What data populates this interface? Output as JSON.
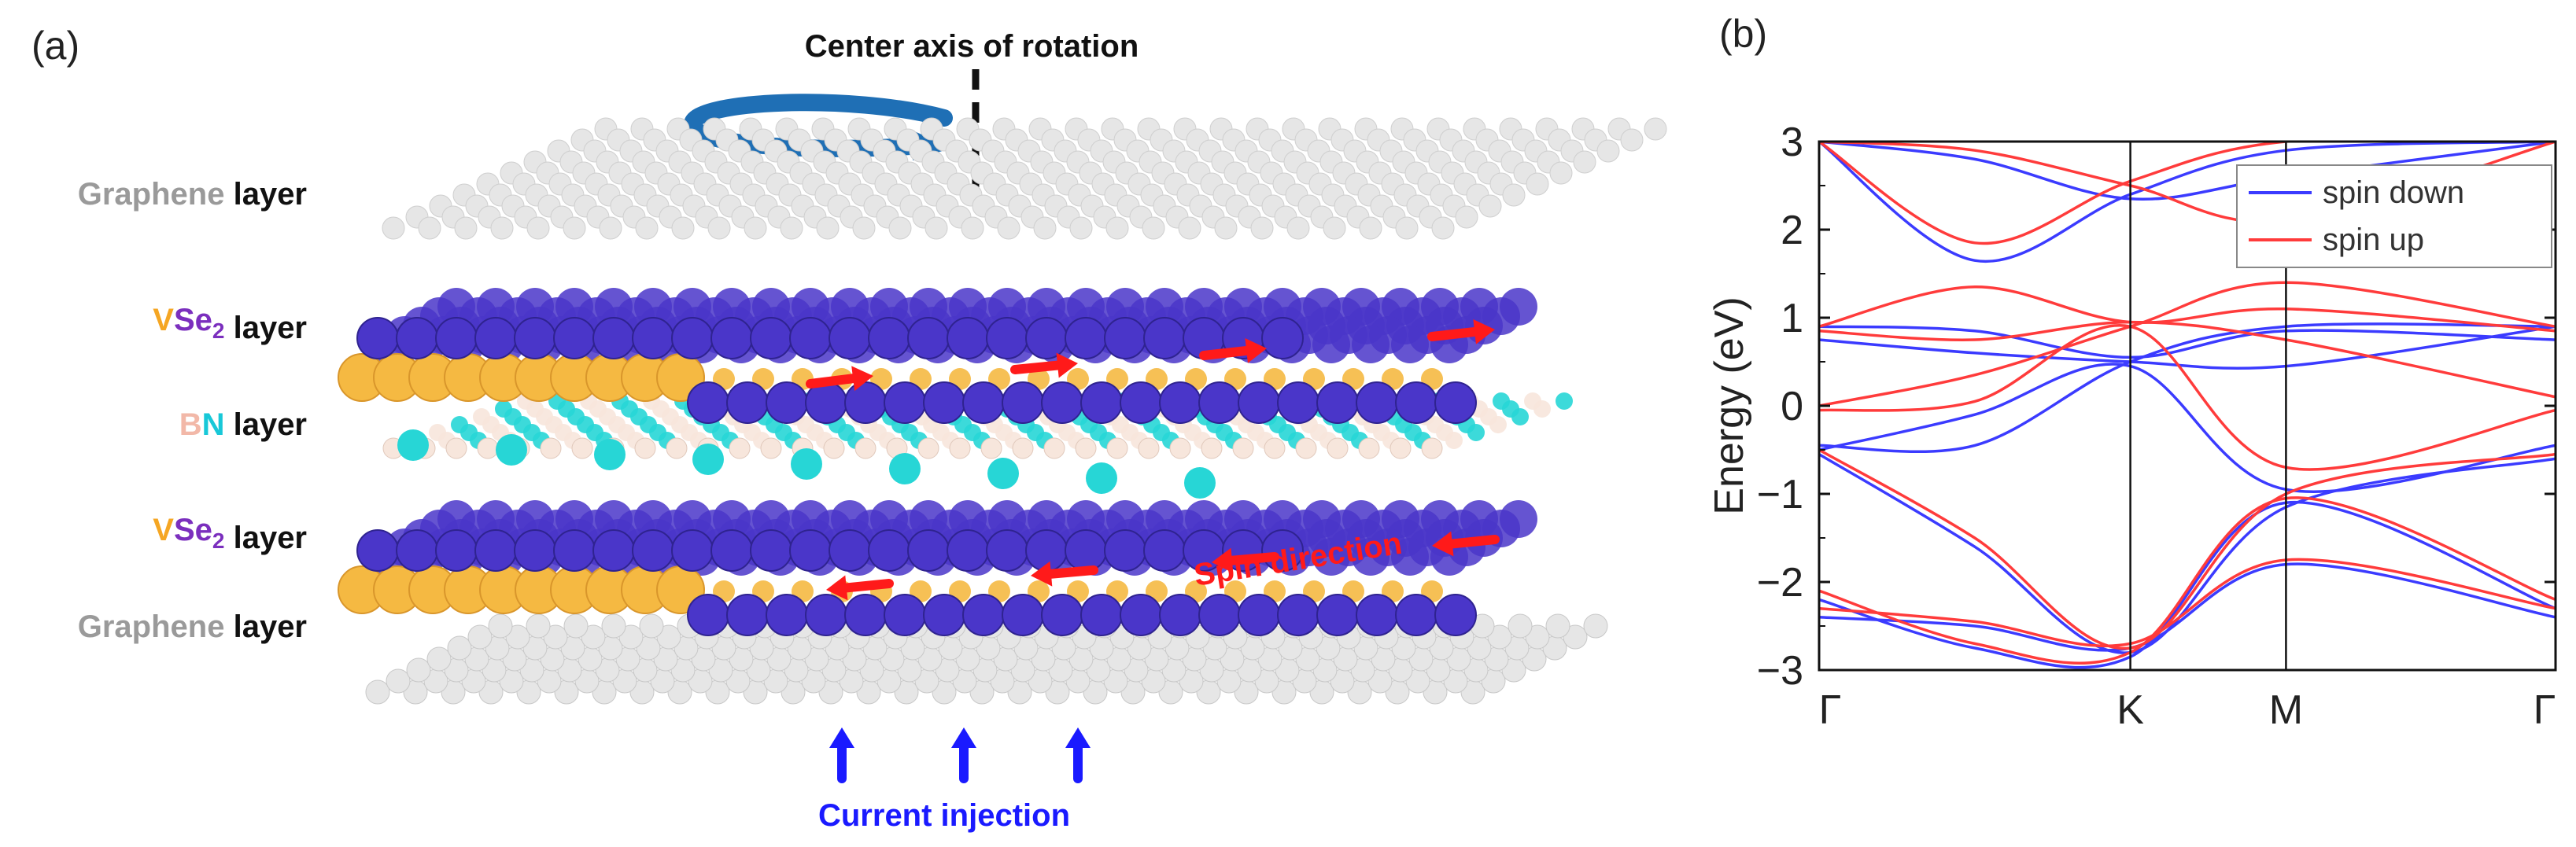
{
  "panel_a": {
    "label": "(a)",
    "rotation_axis_label": "Center axis of rotation",
    "layers": [
      {
        "parts": [
          {
            "text": "Graphene",
            "color": "#9a9a9a"
          },
          {
            "text": " layer",
            "color": "#111111"
          }
        ]
      },
      {
        "parts": [
          {
            "text": "V",
            "color": "#f5a623"
          },
          {
            "text": "Se",
            "color": "#7b2fbe"
          },
          {
            "text": "2",
            "color": "#7b2fbe",
            "sub": true
          },
          {
            "text": " layer",
            "color": "#111111"
          }
        ]
      },
      {
        "parts": [
          {
            "text": "B",
            "color": "#f2b8a8"
          },
          {
            "text": "N",
            "color": "#18c8d8"
          },
          {
            "text": " layer",
            "color": "#111111"
          }
        ]
      },
      {
        "parts": [
          {
            "text": "V",
            "color": "#f5a623"
          },
          {
            "text": "Se",
            "color": "#7b2fbe"
          },
          {
            "text": "2",
            "color": "#7b2fbe",
            "sub": true
          },
          {
            "text": " layer",
            "color": "#111111"
          }
        ]
      },
      {
        "parts": [
          {
            "text": "Graphene",
            "color": "#9a9a9a"
          },
          {
            "text": " layer",
            "color": "#111111"
          }
        ]
      }
    ],
    "spin_direction_label": "Spin direction",
    "current_injection_label": "Current injection",
    "colors": {
      "graphene": "#e6e6e6",
      "vanadium": "#f5b942",
      "selenium": "#4a36c9",
      "boron": "#f7e6dc",
      "nitrogen": "#27d6d6",
      "spin_arrow": "#ff1a1a",
      "current_arrow": "#1a1aff",
      "rotation_arrow": "#1f6fb5"
    }
  },
  "panel_b": {
    "label": "(b)",
    "chart_data": {
      "type": "line",
      "title": "",
      "xlabel": "",
      "ylabel": "Energy (eV)",
      "ylim": [
        -3,
        3
      ],
      "yticks": [
        "3",
        "2",
        "1",
        "0",
        "−1",
        "−2",
        "−3"
      ],
      "k_points": [
        {
          "label": "Γ",
          "x": 0
        },
        {
          "label": "K",
          "x": 1.0
        },
        {
          "label": "M",
          "x": 1.5
        },
        {
          "label": "Γ",
          "x": 2.366
        }
      ],
      "series": [
        {
          "name": "spin down",
          "color": "#3b3bff",
          "bands": [
            [
              [
                0,
                -0.45
              ],
              [
                0.5,
                -0.45
              ],
              [
                1.0,
                0.5
              ],
              [
                1.5,
                0.9
              ],
              [
                2.366,
                0.9
              ]
            ],
            [
              [
                0,
                0.9
              ],
              [
                0.5,
                0.85
              ],
              [
                1.0,
                0.55
              ],
              [
                1.5,
                0.85
              ],
              [
                2.366,
                0.75
              ]
            ],
            [
              [
                0,
                0.75
              ],
              [
                0.5,
                0.6
              ],
              [
                1.0,
                0.5
              ],
              [
                1.5,
                0.45
              ],
              [
                2.366,
                0.9
              ]
            ],
            [
              [
                0,
                -0.5
              ],
              [
                0.5,
                -0.1
              ],
              [
                1.0,
                0.45
              ],
              [
                1.5,
                -0.95
              ],
              [
                2.366,
                -0.45
              ]
            ],
            [
              [
                0,
                -0.55
              ],
              [
                0.5,
                -1.6
              ],
              [
                1.0,
                -2.8
              ],
              [
                1.5,
                -1.15
              ],
              [
                2.366,
                -0.6
              ]
            ],
            [
              [
                0,
                -2.2
              ],
              [
                0.5,
                -2.75
              ],
              [
                1.0,
                -2.85
              ],
              [
                1.5,
                -1.1
              ],
              [
                2.366,
                -2.3
              ]
            ],
            [
              [
                0,
                -2.4
              ],
              [
                0.5,
                -2.5
              ],
              [
                1.0,
                -2.75
              ],
              [
                1.5,
                -1.8
              ],
              [
                2.366,
                -2.4
              ]
            ],
            [
              [
                0,
                3.0
              ],
              [
                0.5,
                1.65
              ],
              [
                1.0,
                2.4
              ],
              [
                1.5,
                2.9
              ],
              [
                2.366,
                3.0
              ]
            ],
            [
              [
                0,
                3.0
              ],
              [
                0.5,
                2.8
              ],
              [
                1.0,
                2.35
              ],
              [
                1.5,
                2.6
              ],
              [
                2.366,
                3.0
              ]
            ]
          ]
        },
        {
          "name": "spin up",
          "color": "#ff3b3b",
          "bands": [
            [
              [
                0,
                0.0
              ],
              [
                0.5,
                0.35
              ],
              [
                1.0,
                0.9
              ],
              [
                1.5,
                1.4
              ],
              [
                2.366,
                0.9
              ]
            ],
            [
              [
                0,
                0.9
              ],
              [
                0.5,
                1.35
              ],
              [
                1.0,
                0.95
              ],
              [
                1.5,
                1.1
              ],
              [
                2.366,
                0.85
              ]
            ],
            [
              [
                0,
                0.85
              ],
              [
                0.5,
                0.75
              ],
              [
                1.0,
                0.95
              ],
              [
                1.5,
                0.75
              ],
              [
                2.366,
                0.1
              ]
            ],
            [
              [
                0,
                -0.05
              ],
              [
                0.5,
                0.05
              ],
              [
                1.0,
                0.9
              ],
              [
                1.5,
                -0.7
              ],
              [
                2.366,
                -0.05
              ]
            ],
            [
              [
                0,
                -0.5
              ],
              [
                0.5,
                -1.5
              ],
              [
                1.0,
                -2.75
              ],
              [
                1.5,
                -1.0
              ],
              [
                2.366,
                -0.55
              ]
            ],
            [
              [
                0,
                -2.1
              ],
              [
                0.5,
                -2.7
              ],
              [
                1.0,
                -2.8
              ],
              [
                1.5,
                -1.05
              ],
              [
                2.366,
                -2.2
              ]
            ],
            [
              [
                0,
                -2.3
              ],
              [
                0.5,
                -2.45
              ],
              [
                1.0,
                -2.7
              ],
              [
                1.5,
                -1.75
              ],
              [
                2.366,
                -2.3
              ]
            ],
            [
              [
                0,
                3.0
              ],
              [
                0.5,
                1.85
              ],
              [
                1.0,
                2.55
              ],
              [
                1.5,
                3.0
              ],
              [
                2.366,
                3.0
              ]
            ],
            [
              [
                0,
                3.0
              ],
              [
                0.5,
                2.9
              ],
              [
                1.0,
                2.5
              ],
              [
                1.5,
                2.1
              ],
              [
                2.366,
                3.0
              ]
            ]
          ]
        }
      ],
      "legend": {
        "placement": "top-right",
        "entries": [
          "spin down",
          "spin up"
        ]
      },
      "grid": false
    }
  }
}
